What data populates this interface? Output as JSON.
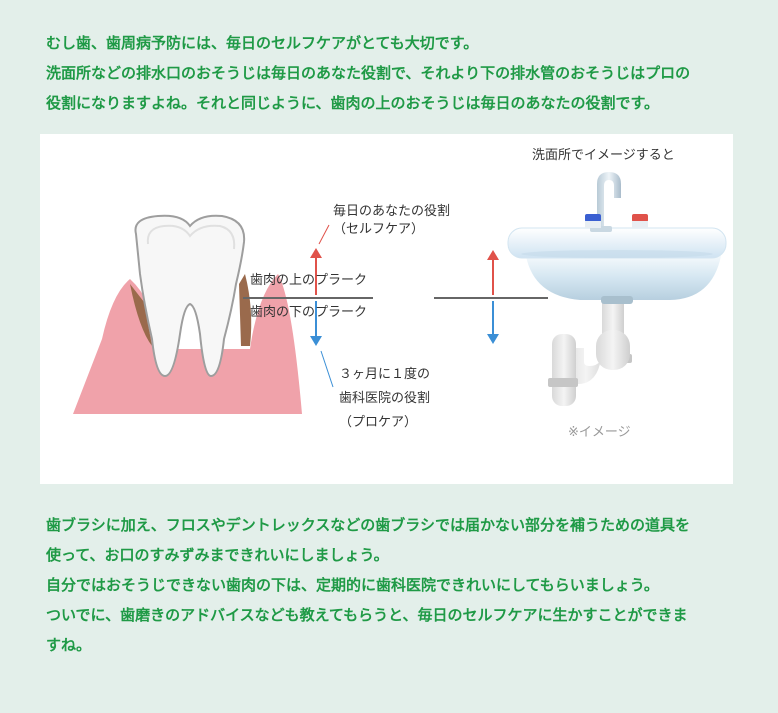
{
  "intro": {
    "lines": [
      "むし歯、歯周病予防には、毎日のセルフケアがとても大切です。",
      "洗面所などの排水口のおそうじは毎日のあなた役割で、それより下の排水管のおそうじはプロの",
      "役割になりますよね。それと同じように、歯肉の上のおそうじは毎日のあなたの役割です。"
    ]
  },
  "figure": {
    "self_care": [
      "毎日のあなたの役割",
      "（セルフケア）"
    ],
    "plaque_above": "歯肉の上のプラーク",
    "plaque_below": "歯肉の下のプラーク",
    "pro_care": [
      "３ヶ月に１度の",
      "歯科医院の役割",
      "（プロケア）"
    ],
    "sink_title": "洗面所でイメージすると",
    "sink_note": "※イメージ"
  },
  "outro": {
    "lines": [
      "歯ブラシに加え、フロスやデントレックスなどの歯ブラシでは届かない部分を補うための道具を",
      "使って、お口のすみずみまできれいにしましょう。",
      "自分ではおそうじできない歯肉の下は、定期的に歯科医院できれいにしてもらいましょう。",
      "ついでに、歯磨きのアドバイスなども教えてもらうと、毎日のセルフケアに生かすことができま",
      "すね。"
    ]
  },
  "colors": {
    "text_green": "#1f9a46",
    "arrow_up": "#e0524a",
    "arrow_down": "#3b8fd6",
    "gum": "#f0a2aa"
  }
}
